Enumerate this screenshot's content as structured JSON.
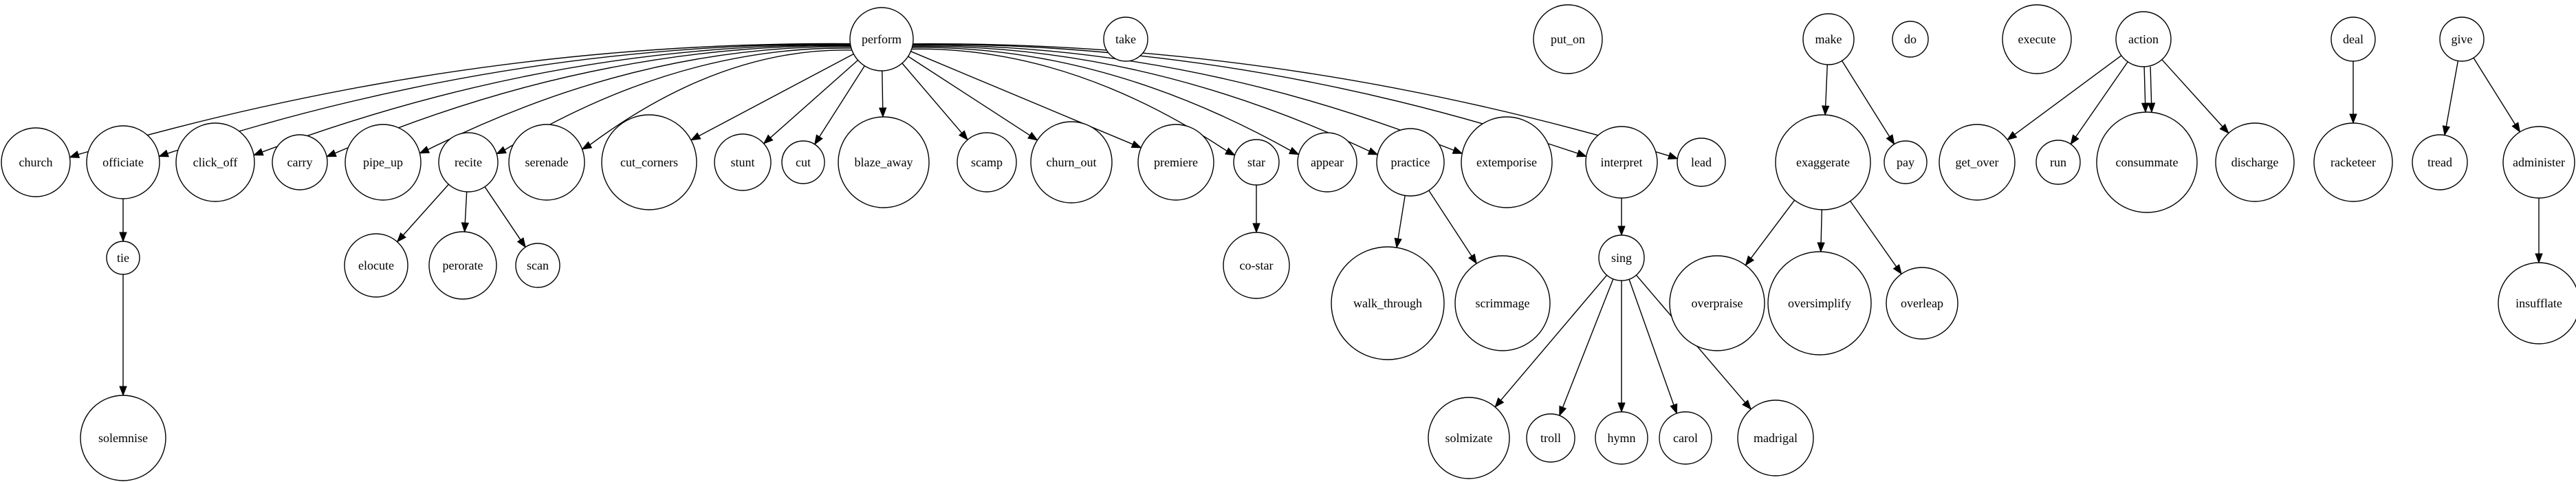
{
  "diagram": {
    "type": "directed-tree",
    "colors": {
      "node_stroke": "#000000",
      "node_fill": "#ffffff",
      "edge": "#000000",
      "background": "#ffffff"
    },
    "nodes": [
      {
        "id": "perform",
        "label": "perform"
      },
      {
        "id": "take",
        "label": "take"
      },
      {
        "id": "put_on",
        "label": "put_on"
      },
      {
        "id": "make",
        "label": "make"
      },
      {
        "id": "do",
        "label": "do"
      },
      {
        "id": "execute",
        "label": "execute"
      },
      {
        "id": "action",
        "label": "action"
      },
      {
        "id": "deal",
        "label": "deal"
      },
      {
        "id": "give",
        "label": "give"
      },
      {
        "id": "church",
        "label": "church"
      },
      {
        "id": "officiate",
        "label": "officiate"
      },
      {
        "id": "click_off",
        "label": "click_off"
      },
      {
        "id": "carry",
        "label": "carry"
      },
      {
        "id": "pipe_up",
        "label": "pipe_up"
      },
      {
        "id": "recite",
        "label": "recite"
      },
      {
        "id": "serenade",
        "label": "serenade"
      },
      {
        "id": "cut_corners",
        "label": "cut_corners"
      },
      {
        "id": "stunt",
        "label": "stunt"
      },
      {
        "id": "cut",
        "label": "cut"
      },
      {
        "id": "blaze_away",
        "label": "blaze_away"
      },
      {
        "id": "scamp",
        "label": "scamp"
      },
      {
        "id": "churn_out",
        "label": "churn_out"
      },
      {
        "id": "premiere",
        "label": "premiere"
      },
      {
        "id": "star",
        "label": "star"
      },
      {
        "id": "appear",
        "label": "appear"
      },
      {
        "id": "practice",
        "label": "practice"
      },
      {
        "id": "extemporise",
        "label": "extemporise"
      },
      {
        "id": "interpret",
        "label": "interpret"
      },
      {
        "id": "lead",
        "label": "lead"
      },
      {
        "id": "exaggerate",
        "label": "exaggerate"
      },
      {
        "id": "pay",
        "label": "pay"
      },
      {
        "id": "get_over",
        "label": "get_over"
      },
      {
        "id": "run",
        "label": "run"
      },
      {
        "id": "consummate",
        "label": "consummate"
      },
      {
        "id": "discharge",
        "label": "discharge"
      },
      {
        "id": "racketeer",
        "label": "racketeer"
      },
      {
        "id": "tread",
        "label": "tread"
      },
      {
        "id": "administer",
        "label": "administer"
      },
      {
        "id": "tie",
        "label": "tie"
      },
      {
        "id": "elocute",
        "label": "elocute"
      },
      {
        "id": "perorate",
        "label": "perorate"
      },
      {
        "id": "scan",
        "label": "scan"
      },
      {
        "id": "co-star",
        "label": "co-star"
      },
      {
        "id": "walk_through",
        "label": "walk_through"
      },
      {
        "id": "scrimmage",
        "label": "scrimmage"
      },
      {
        "id": "sing",
        "label": "sing"
      },
      {
        "id": "overpraise",
        "label": "overpraise"
      },
      {
        "id": "oversimplify",
        "label": "oversimplify"
      },
      {
        "id": "overleap",
        "label": "overleap"
      },
      {
        "id": "insufflate",
        "label": "insufflate"
      },
      {
        "id": "solemnise",
        "label": "solemnise"
      },
      {
        "id": "solmizate",
        "label": "solmizate"
      },
      {
        "id": "troll",
        "label": "troll"
      },
      {
        "id": "hymn",
        "label": "hymn"
      },
      {
        "id": "carol",
        "label": "carol"
      },
      {
        "id": "madrigal",
        "label": "madrigal"
      }
    ],
    "edges": [
      {
        "from": "perform",
        "to": "church"
      },
      {
        "from": "perform",
        "to": "officiate"
      },
      {
        "from": "perform",
        "to": "click_off"
      },
      {
        "from": "perform",
        "to": "carry"
      },
      {
        "from": "perform",
        "to": "pipe_up"
      },
      {
        "from": "perform",
        "to": "recite"
      },
      {
        "from": "perform",
        "to": "serenade"
      },
      {
        "from": "perform",
        "to": "cut_corners"
      },
      {
        "from": "perform",
        "to": "stunt"
      },
      {
        "from": "perform",
        "to": "cut"
      },
      {
        "from": "perform",
        "to": "blaze_away"
      },
      {
        "from": "perform",
        "to": "scamp"
      },
      {
        "from": "perform",
        "to": "churn_out"
      },
      {
        "from": "perform",
        "to": "premiere"
      },
      {
        "from": "perform",
        "to": "star"
      },
      {
        "from": "perform",
        "to": "appear"
      },
      {
        "from": "perform",
        "to": "practice"
      },
      {
        "from": "perform",
        "to": "extemporise"
      },
      {
        "from": "perform",
        "to": "interpret"
      },
      {
        "from": "perform",
        "to": "lead"
      },
      {
        "from": "officiate",
        "to": "tie"
      },
      {
        "from": "tie",
        "to": "solemnise"
      },
      {
        "from": "recite",
        "to": "elocute"
      },
      {
        "from": "recite",
        "to": "perorate"
      },
      {
        "from": "recite",
        "to": "scan"
      },
      {
        "from": "star",
        "to": "co-star"
      },
      {
        "from": "practice",
        "to": "walk_through"
      },
      {
        "from": "practice",
        "to": "scrimmage"
      },
      {
        "from": "interpret",
        "to": "sing"
      },
      {
        "from": "sing",
        "to": "solmizate"
      },
      {
        "from": "sing",
        "to": "troll"
      },
      {
        "from": "sing",
        "to": "hymn"
      },
      {
        "from": "sing",
        "to": "carol"
      },
      {
        "from": "sing",
        "to": "madrigal"
      },
      {
        "from": "make",
        "to": "exaggerate"
      },
      {
        "from": "make",
        "to": "pay"
      },
      {
        "from": "exaggerate",
        "to": "overpraise"
      },
      {
        "from": "exaggerate",
        "to": "oversimplify"
      },
      {
        "from": "exaggerate",
        "to": "overleap"
      },
      {
        "from": "action",
        "to": "get_over"
      },
      {
        "from": "action",
        "to": "run"
      },
      {
        "from": "action",
        "to": "consummate"
      },
      {
        "from": "action",
        "to": "consummate"
      },
      {
        "from": "action",
        "to": "discharge"
      },
      {
        "from": "deal",
        "to": "racketeer"
      },
      {
        "from": "give",
        "to": "tread"
      },
      {
        "from": "give",
        "to": "administer"
      },
      {
        "from": "administer",
        "to": "insufflate"
      }
    ]
  }
}
